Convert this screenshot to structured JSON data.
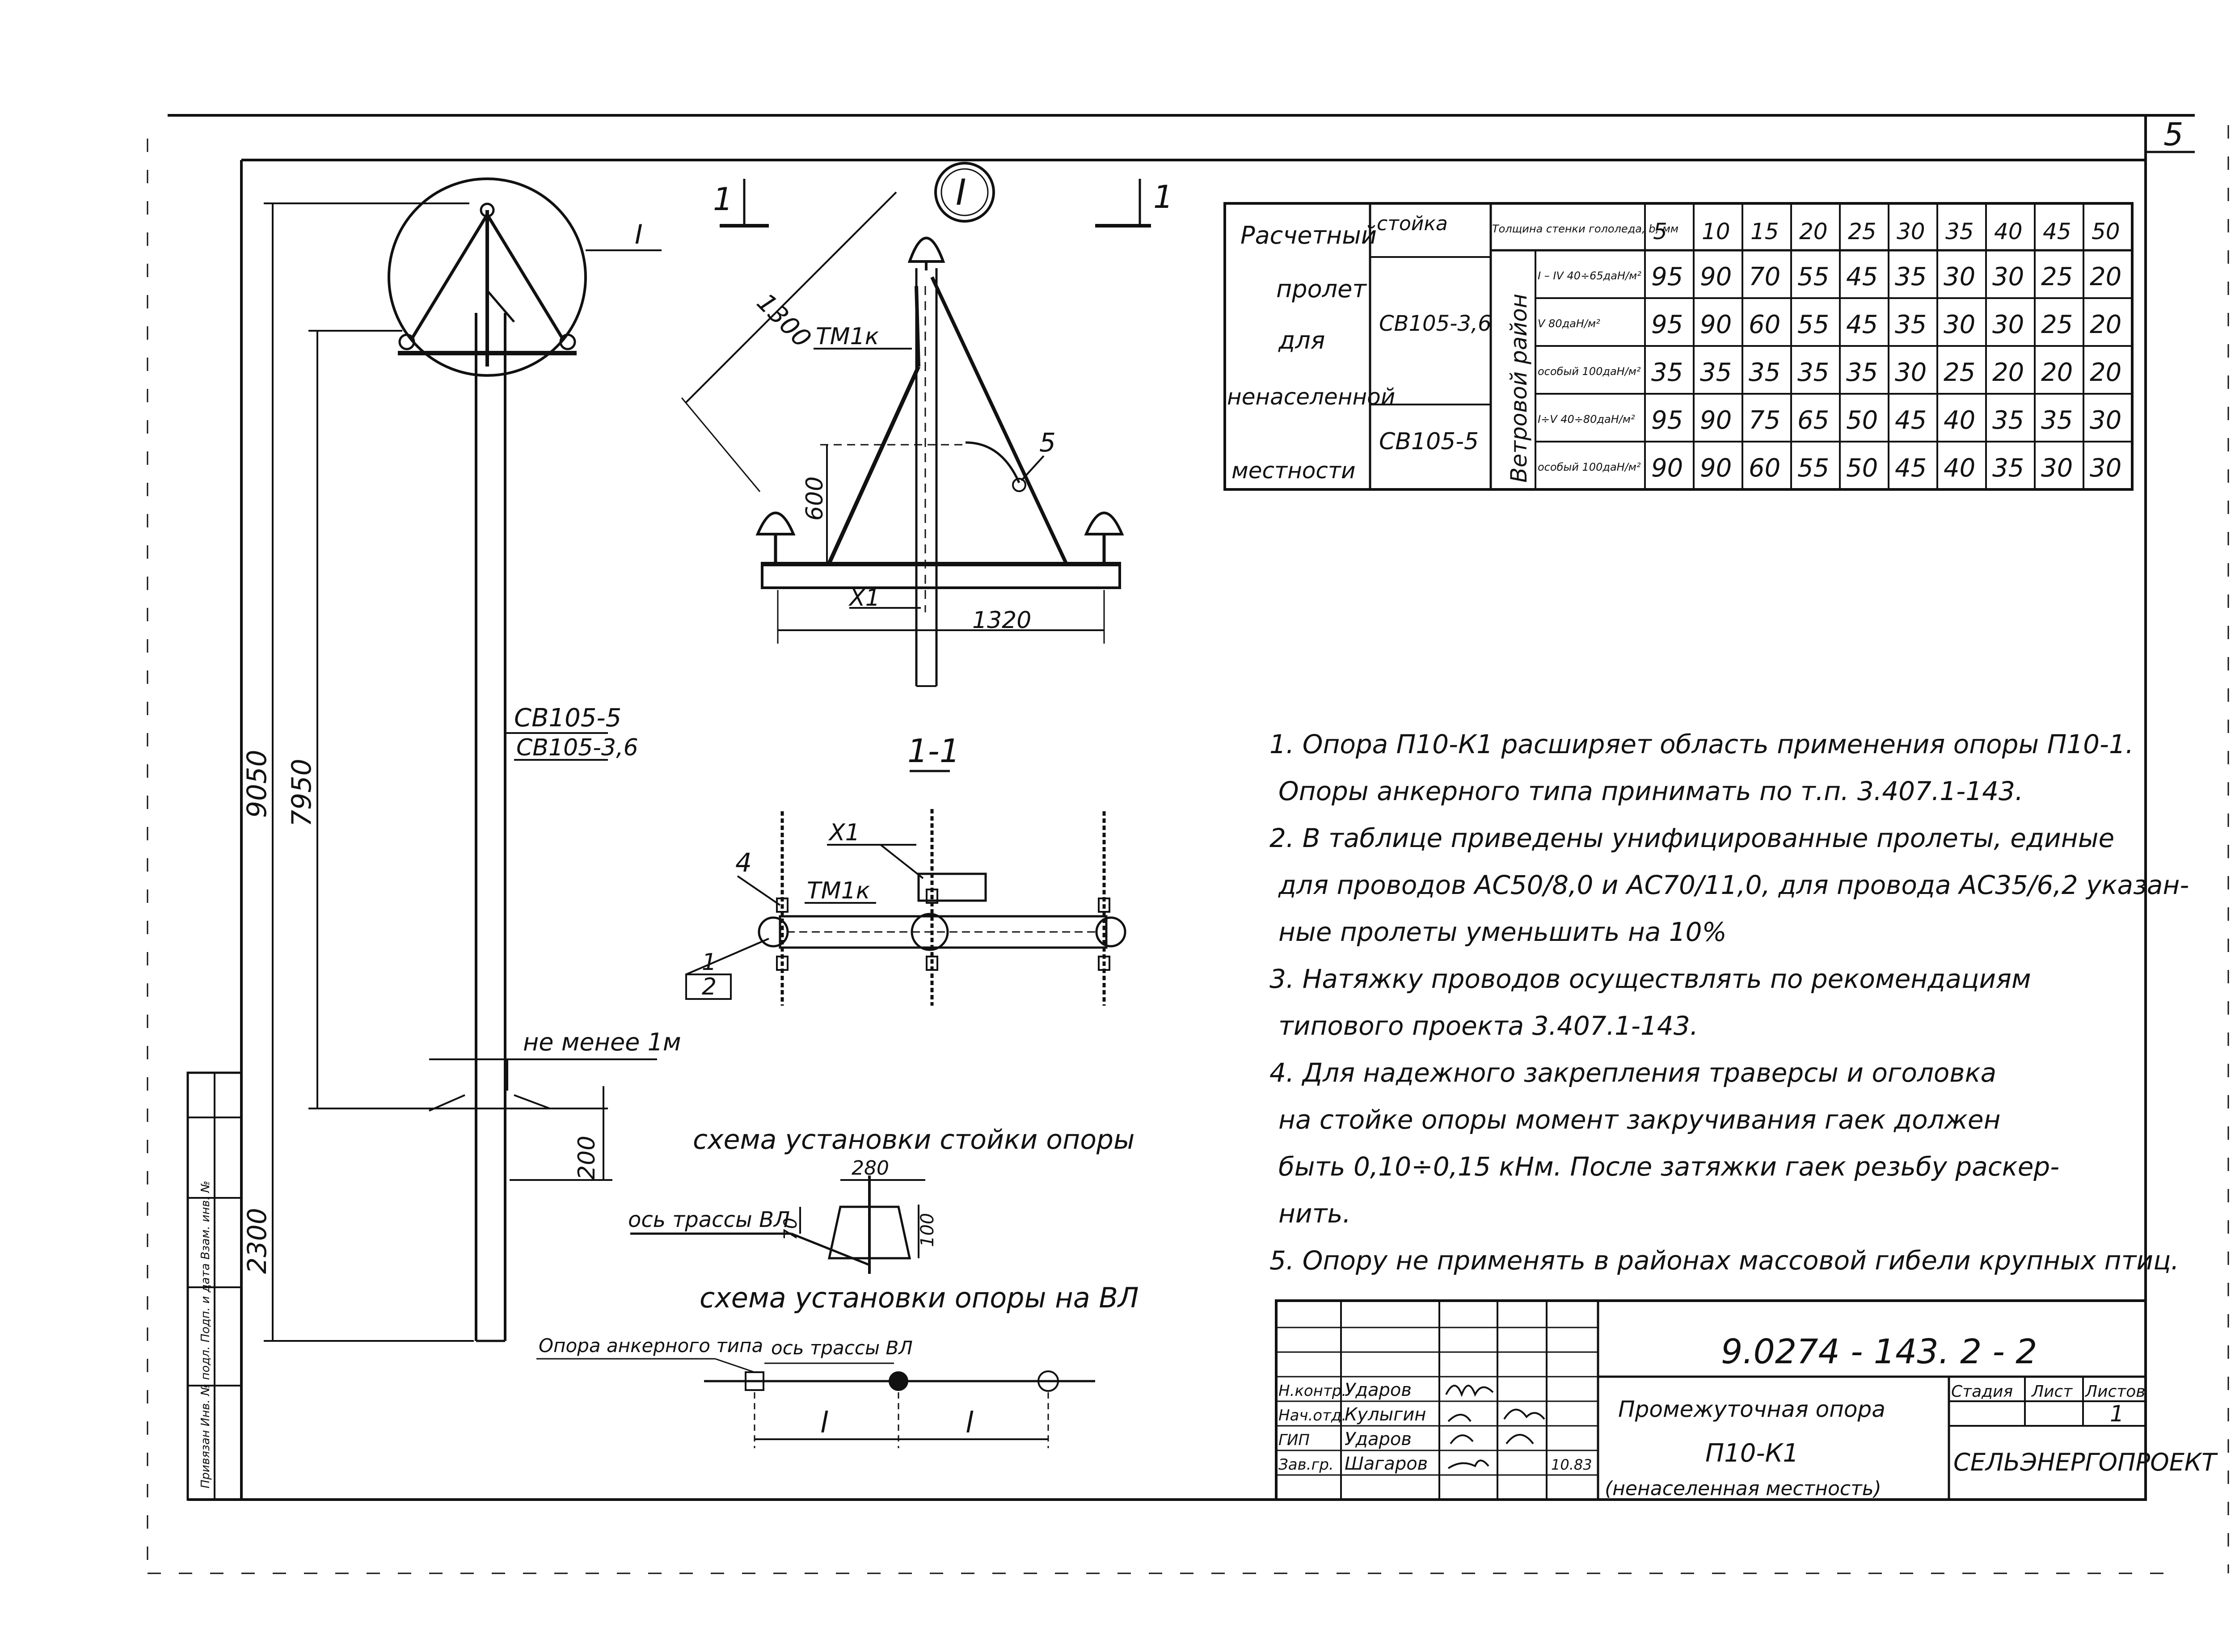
{
  "page_number": "5",
  "view_marker": "I",
  "section_mark": "1",
  "dimensions": {
    "d1300": "1300",
    "d600": "600",
    "d1320": "1320",
    "d9050": "9050",
    "d7950": "7950",
    "d2300": "2300",
    "d200": "200",
    "d280": "280",
    "d70": "70",
    "d100": "100"
  },
  "labels": {
    "tm1k": "ТМ1к",
    "x1": "Х1",
    "num5": "5",
    "num4": "4",
    "num1": "1",
    "num2": "2",
    "cb105_5": "СВ105-5",
    "cb105_36": "СВ105-3,6",
    "not_less": "не менее 1м",
    "section_title": "1-1",
    "ell": "l",
    "axis_vl": "ось трассы ВЛ",
    "anchor_support": "Опора анкерного типа"
  },
  "schemes": {
    "stand_install": "схема установки стойки опоры",
    "support_install": "схема установки опоры на ВЛ"
  },
  "span_table": {
    "row_title": [
      "Расчетный",
      "пролет",
      "для",
      "ненаселенной",
      "местности"
    ],
    "col_stand": "стойка",
    "col_thickness": "Толщина стенки гололеда, b, мм",
    "wind_region": "Ветровой район",
    "thickness_values": [
      "5",
      "10",
      "15",
      "20",
      "25",
      "30",
      "35",
      "40",
      "45",
      "50"
    ],
    "groups": [
      {
        "stand": "СВ105-3,6",
        "rows": [
          {
            "condition": "I – IV 40÷65даН/м²",
            "values": [
              "95",
              "90",
              "70",
              "55",
              "45",
              "35",
              "30",
              "30",
              "25",
              "20"
            ]
          },
          {
            "condition": "V 80даН/м²",
            "values": [
              "95",
              "90",
              "60",
              "55",
              "45",
              "35",
              "30",
              "30",
              "25",
              "20"
            ]
          },
          {
            "condition": "особый 100даН/м²",
            "values": [
              "35",
              "35",
              "35",
              "35",
              "35",
              "30",
              "25",
              "20",
              "20",
              "20"
            ]
          }
        ]
      },
      {
        "stand": "СВ105-5",
        "rows": [
          {
            "condition": "I÷V 40÷80даН/м²",
            "values": [
              "95",
              "90",
              "75",
              "65",
              "50",
              "45",
              "40",
              "35",
              "35",
              "30"
            ]
          },
          {
            "condition": "особый 100даН/м²",
            "values": [
              "90",
              "90",
              "60",
              "55",
              "50",
              "45",
              "40",
              "35",
              "30",
              "30"
            ]
          }
        ]
      }
    ]
  },
  "notes": [
    [
      "1. Опора П10-К1 расширяет область применения опоры П10-1.",
      "Опоры анкерного типа принимать по т.п. 3.407.1-143."
    ],
    [
      "2. В таблице приведены унифицированные пролеты, единые",
      "для проводов АС50/8,0 и АС70/11,0, для провода АС35/6,2 указан-",
      "ные пролеты уменьшить на 10%"
    ],
    [
      "3. Натяжку проводов осуществлять по рекомендациям",
      "типового проекта 3.407.1-143."
    ],
    [
      "4. Для надежного закрепления траверсы и оголовка",
      "на стойке опоры момент закручивания гаек должен",
      "быть 0,10÷0,15 кНм. После затяжки гаек резьбу раскер-",
      "нить."
    ],
    [
      "5. Опору не применять в районах массовой гибели крупных птиц."
    ]
  ],
  "title_block": {
    "doc_code": "9.0274 - 143. 2 - 2",
    "title_lines": [
      "Промежуточная опора",
      "П10-К1",
      "(ненаселенная местность)"
    ],
    "roles": [
      "Н.контр.",
      "Нач.отд.",
      "ГИП",
      "Зав.гр."
    ],
    "names": [
      "Ударов",
      "Кулыгин",
      "Ударов",
      "Шагаров"
    ],
    "date": "10.83",
    "stage_label": "Стадия",
    "sheet_label": "Лист",
    "sheets_label": "Листов",
    "sheets_value": "1",
    "organization": "СЕЛЬЭНЕРГОПРОЕКТ"
  },
  "side_stamp": "Привязан   Инв. № подл.   Подп. и дата   Взам. инв. №"
}
